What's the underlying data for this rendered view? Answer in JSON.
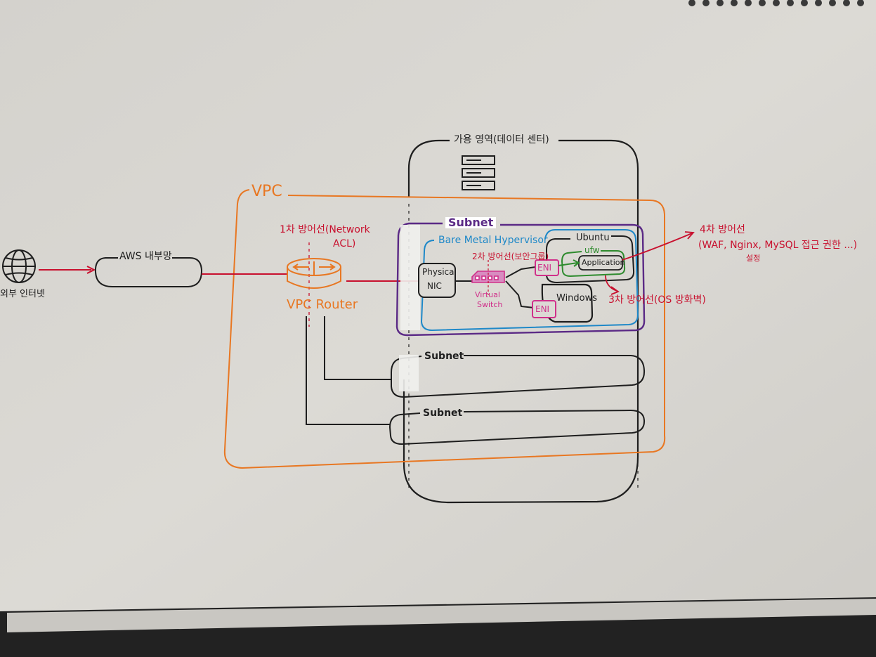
{
  "labels": {
    "internet": "외부 인터넷",
    "aws_network": "AWS 내부망",
    "vpc": "VPC",
    "router": "VPC Router",
    "line1": "1차 방어선(Network",
    "line1b": "ACL)",
    "az": "가용 영역(데이터 센터)",
    "subnet_main": "Subnet",
    "subnet_2": "Subnet",
    "subnet_3": "Subnet",
    "hypervisor": "Bare Metal Hypervisor",
    "physical_nic_1": "Physical",
    "physical_nic_2": "NIC",
    "line2": "2차 방어선(보안그룹)",
    "virtual_switch_1": "Virtual",
    "virtual_switch_2": "Switch",
    "eni_1": "ENI",
    "eni_2": "ENI",
    "ubuntu": "Ubuntu",
    "ufw": "ufw",
    "application": "Application",
    "windows": "Windows",
    "line3": "3차 방어선(OS 방화벽)",
    "line4": "4차 방어선",
    "line4_detail": "(WAF, Nginx, MySQL 접근 권한 ...)",
    "line4_note": "설정"
  },
  "colors": {
    "paper": "#d9d7d2",
    "ink": "#1e1e1e",
    "vpc_orange": "#e87722",
    "defense_red": "#c8102e",
    "subnet_purple": "#5b2a86",
    "hypervisor_blue": "#1e88c8",
    "ufw_green": "#2e8b2e",
    "switch_pink": "#d0308a"
  },
  "icons": [
    "globe-icon",
    "server-rack-icon",
    "router-icon",
    "virtual-switch-icon"
  ]
}
